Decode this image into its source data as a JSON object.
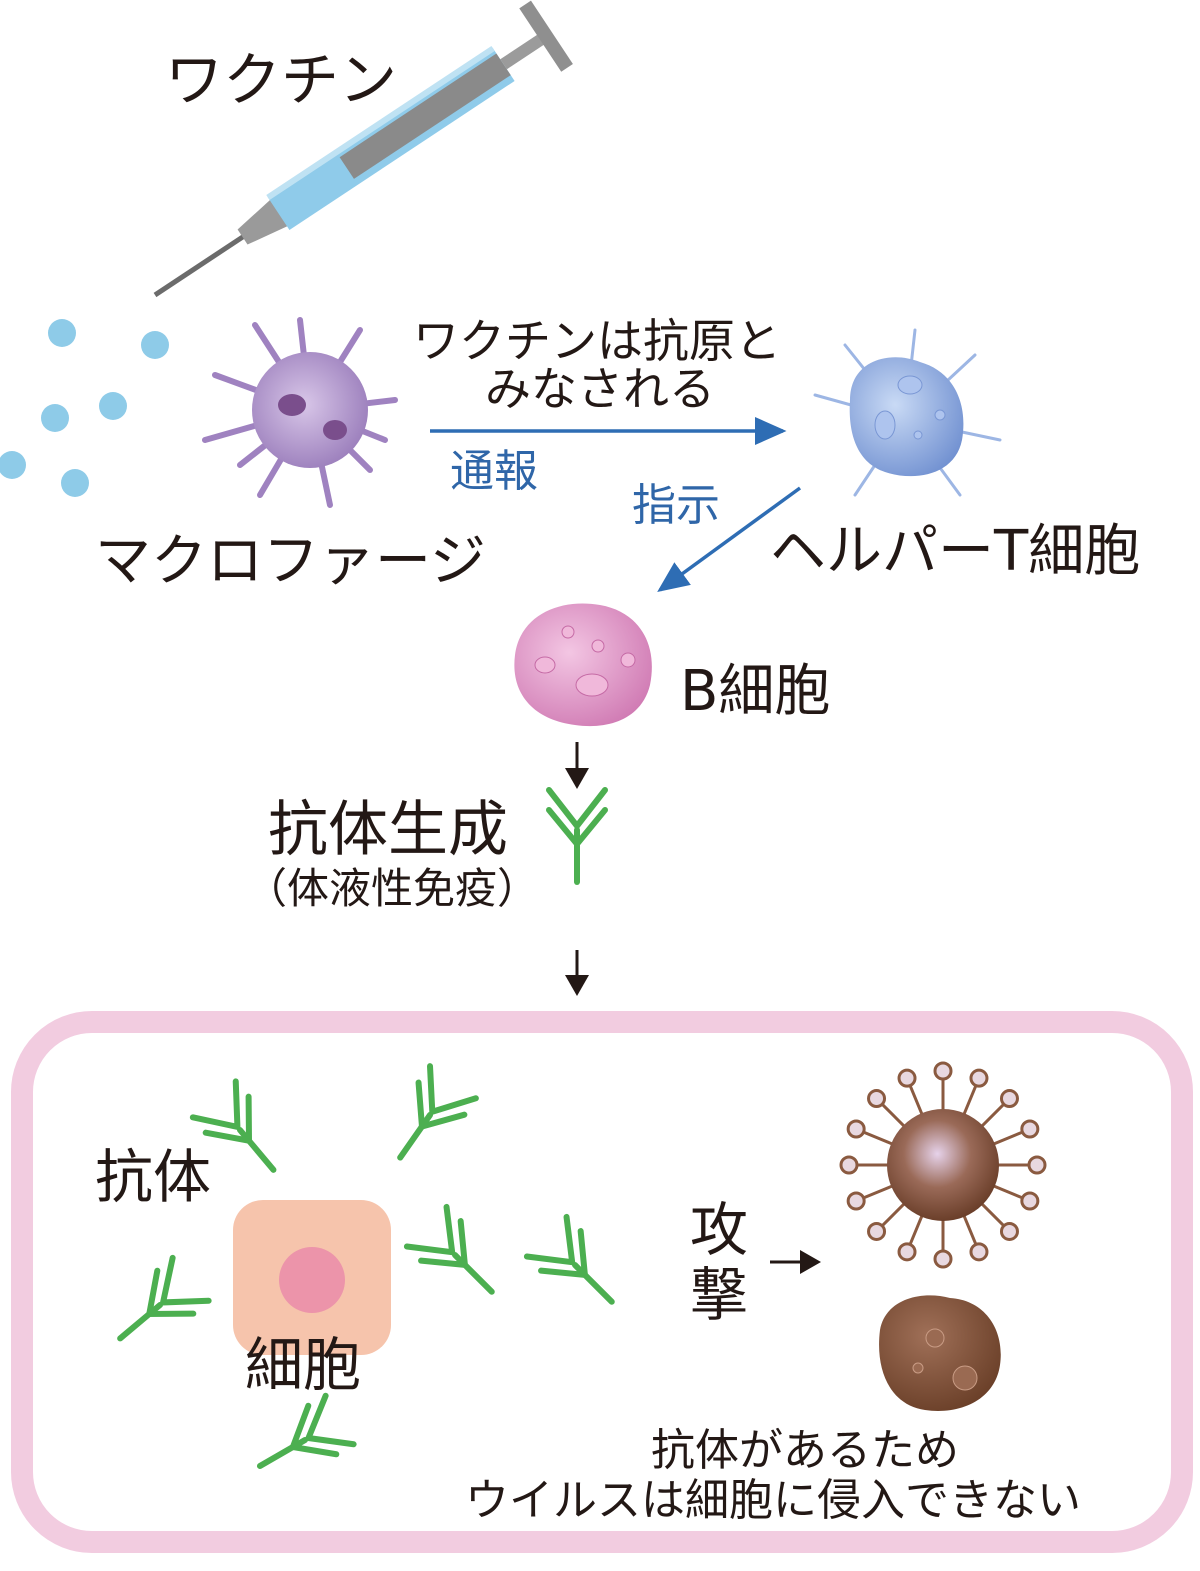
{
  "labels": {
    "vaccine": "ワクチン",
    "vaccine_is_antigen_line1": "ワクチンは抗原と",
    "vaccine_is_antigen_line2": "みなされる",
    "report": "通報",
    "instruct": "指示",
    "macrophage": "マクロファージ",
    "helper_t_cell": "ヘルパーT細胞",
    "b_cell": "B細胞",
    "antibody_production": "抗体生成",
    "humoral_immunity": "（体液性免疫）",
    "antibody": "抗体",
    "cell": "細胞",
    "attack_1": "攻",
    "attack_2": "撃",
    "conclusion_line1": "抗体があるため",
    "conclusion_line2": "ウイルスは細胞に侵入できない"
  },
  "colors": {
    "arrow_blue": "#2e6db4",
    "vaccine_drops": "#8ecbe8",
    "macrophage": "#a58bc4",
    "helper_t": "#8fabe0",
    "b_cell": "#d98cc0",
    "antibody": "#4caf50",
    "box_border": "#f2cce0",
    "cell_body": "#f6c4ac",
    "cell_nucleus": "#ec94aa",
    "virus": "#8a5a40"
  }
}
